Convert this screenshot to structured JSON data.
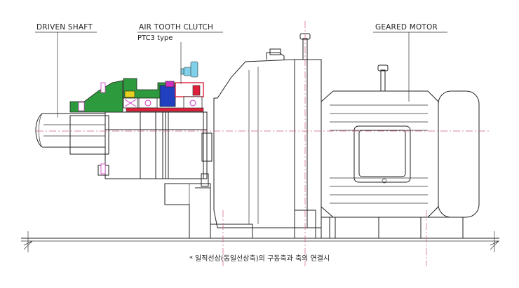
{
  "labels": {
    "driven_shaft": "DRIVEN SHAFT",
    "air_tooth_clutch": "AIR TOOTH CLUTCH",
    "clutch_type": "PTC3  type",
    "geared_motor": "GEARED MOTOR"
  },
  "caption": "* 일직선상(동일선상축)의 구동축과 축의 연결시",
  "colors": {
    "outline": "#222222",
    "center_line": "#d0607a",
    "clutch_green": "#2e9a3e",
    "clutch_red": "#e0203a",
    "clutch_blue": "#2040c0",
    "clutch_magenta": "#d030c0",
    "clutch_yellow": "#e8d020",
    "fitting_cyan": "#7fd0e8",
    "shaft_hatch": "#9a9a9a"
  }
}
